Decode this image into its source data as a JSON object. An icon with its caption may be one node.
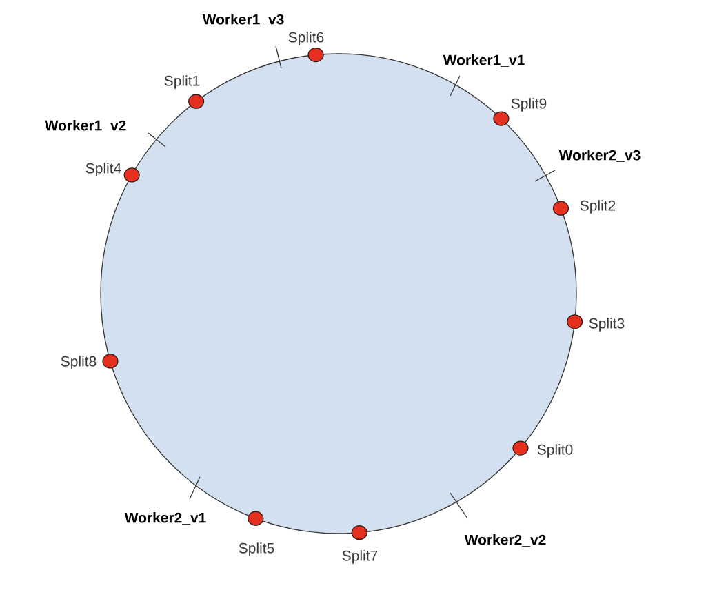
{
  "diagram": {
    "nodes": [
      {
        "text": [],
        "shape": "circle",
        "beside": [
          "Split6"
        ]
      },
      {
        "text": [],
        "shape": "circle",
        "beside": [
          "Split1"
        ]
      },
      {
        "text": [],
        "shape": "circle",
        "beside": [
          "Split9"
        ]
      },
      {
        "text": [],
        "shape": "circle",
        "beside": [
          "Split4"
        ]
      },
      {
        "text": [],
        "shape": "circle",
        "beside": [
          "Split2"
        ]
      },
      {
        "text": [],
        "shape": "circle",
        "beside": [
          "Split3"
        ]
      },
      {
        "text": [],
        "shape": "circle",
        "beside": [
          "Split8"
        ]
      },
      {
        "text": [],
        "shape": "circle",
        "beside": [
          "Split0"
        ]
      },
      {
        "text": [],
        "shape": "circle",
        "beside": [
          "Split5"
        ]
      },
      {
        "text": [],
        "shape": "circle",
        "beside": [
          "Split7"
        ]
      }
    ],
    "labels": [
      "Worker1_v3",
      "Worker1_v1",
      "Worker1_v2",
      "Worker2_v3",
      "Worker2_v1",
      "Worker2_v2"
    ]
  }
}
